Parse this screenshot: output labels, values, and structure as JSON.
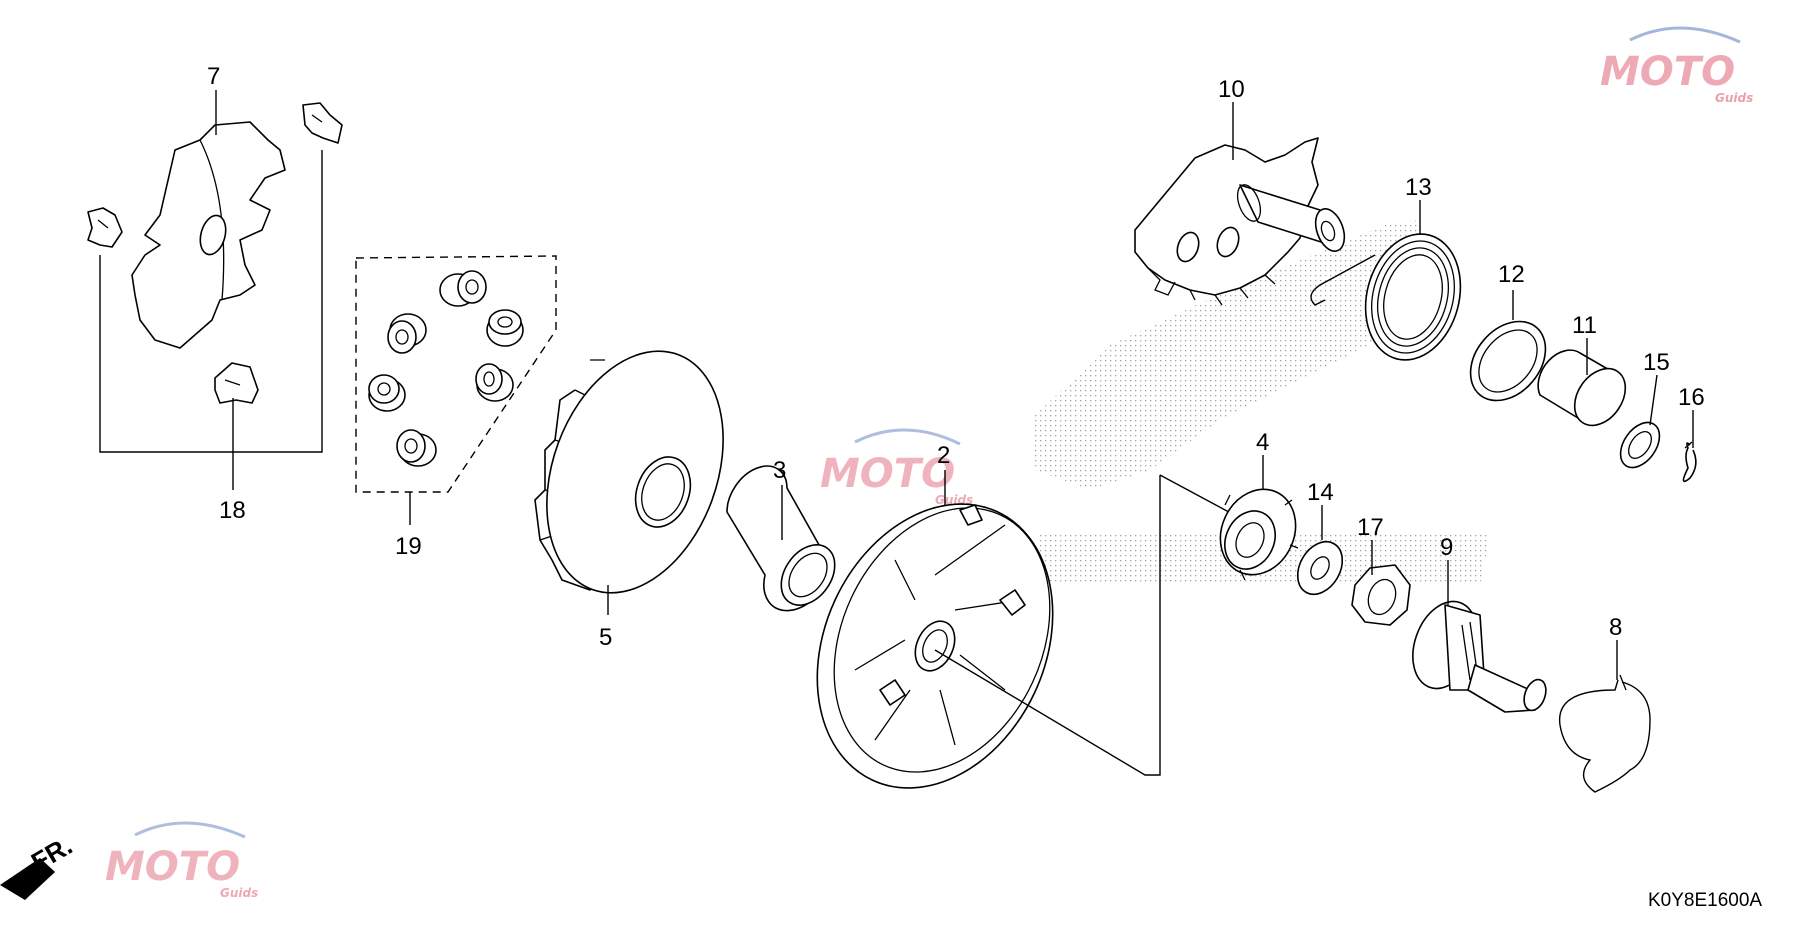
{
  "diagram": {
    "code": "K0Y8E1600A",
    "front_marker": "FR.",
    "watermark": {
      "name": "MOTO",
      "tagline": "Guids",
      "colors": {
        "primary": "#d9445c",
        "secondary": "#4a6fb8"
      }
    },
    "callouts": [
      {
        "id": "c1",
        "label": "7"
      },
      {
        "id": "c2",
        "label": "18"
      },
      {
        "id": "c3",
        "label": "19"
      },
      {
        "id": "c4",
        "label": "5"
      },
      {
        "id": "c5",
        "label": "3"
      },
      {
        "id": "c6",
        "label": "2"
      },
      {
        "id": "c7",
        "label": "10"
      },
      {
        "id": "c8",
        "label": "13"
      },
      {
        "id": "c9",
        "label": "12"
      },
      {
        "id": "c10",
        "label": "11"
      },
      {
        "id": "c11",
        "label": "15"
      },
      {
        "id": "c12",
        "label": "16"
      },
      {
        "id": "c13",
        "label": "4"
      },
      {
        "id": "c14",
        "label": "14"
      },
      {
        "id": "c15",
        "label": "17"
      },
      {
        "id": "c16",
        "label": "9"
      },
      {
        "id": "c17",
        "label": "8"
      }
    ]
  }
}
